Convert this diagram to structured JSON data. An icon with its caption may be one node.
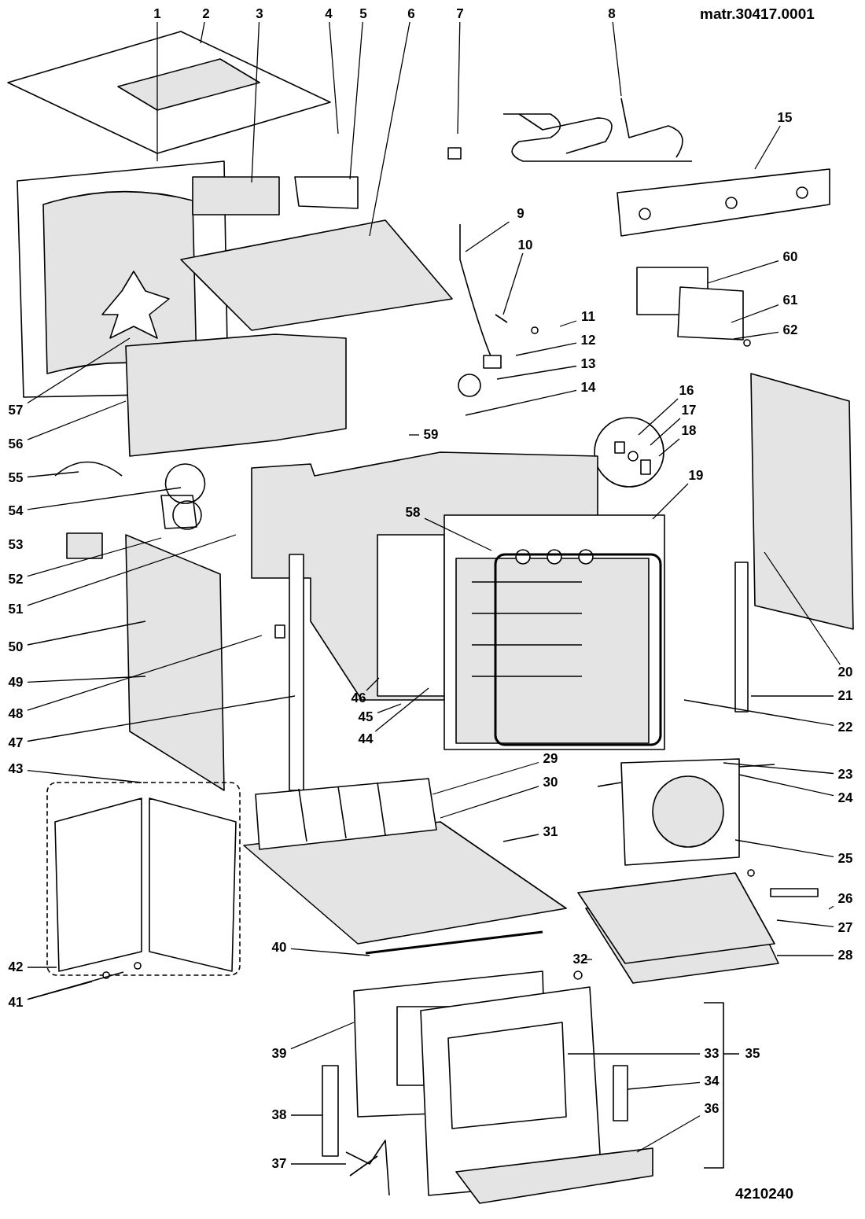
{
  "diagram": {
    "nodes": [
      {
        "text": [
          "1"
        ]
      },
      {
        "text": [
          "2"
        ]
      },
      {
        "text": [
          "3"
        ]
      },
      {
        "text": [
          "4"
        ]
      },
      {
        "text": [
          "5"
        ]
      },
      {
        "text": [
          "6"
        ]
      },
      {
        "text": [
          "7"
        ]
      },
      {
        "text": [
          "8"
        ]
      },
      {
        "text": [
          "9"
        ]
      },
      {
        "text": [
          "10"
        ]
      },
      {
        "text": [
          "11"
        ]
      },
      {
        "text": [
          "12"
        ]
      },
      {
        "text": [
          "13"
        ]
      },
      {
        "text": [
          "14"
        ]
      },
      {
        "text": [
          "15"
        ]
      },
      {
        "text": [
          "16"
        ]
      },
      {
        "text": [
          "17"
        ]
      },
      {
        "text": [
          "18"
        ]
      },
      {
        "text": [
          "19"
        ]
      },
      {
        "text": [
          "20"
        ]
      },
      {
        "text": [
          "21"
        ]
      },
      {
        "text": [
          "22"
        ]
      },
      {
        "text": [
          "23"
        ]
      },
      {
        "text": [
          "24"
        ]
      },
      {
        "text": [
          "25"
        ]
      },
      {
        "text": [
          "26"
        ]
      },
      {
        "text": [
          "27"
        ]
      },
      {
        "text": [
          "28"
        ]
      },
      {
        "text": [
          "29"
        ]
      },
      {
        "text": [
          "30"
        ]
      },
      {
        "text": [
          "31"
        ]
      },
      {
        "text": [
          "32"
        ]
      },
      {
        "text": [
          "33"
        ]
      },
      {
        "text": [
          "34"
        ]
      },
      {
        "text": [
          "35"
        ]
      },
      {
        "text": [
          "36"
        ]
      },
      {
        "text": [
          "37"
        ]
      },
      {
        "text": [
          "38"
        ]
      },
      {
        "text": [
          "39"
        ]
      },
      {
        "text": [
          "40"
        ]
      },
      {
        "text": [
          "41"
        ]
      },
      {
        "text": [
          "42"
        ]
      },
      {
        "text": [
          "43"
        ]
      },
      {
        "text": [
          "44"
        ]
      },
      {
        "text": [
          "45"
        ]
      },
      {
        "text": [
          "46"
        ]
      },
      {
        "text": [
          "47"
        ]
      },
      {
        "text": [
          "48"
        ]
      },
      {
        "text": [
          "49"
        ]
      },
      {
        "text": [
          "50"
        ]
      },
      {
        "text": [
          "51"
        ]
      },
      {
        "text": [
          "52"
        ]
      },
      {
        "text": [
          "53"
        ]
      },
      {
        "text": [
          "54"
        ]
      },
      {
        "text": [
          "55"
        ]
      },
      {
        "text": [
          "56"
        ]
      },
      {
        "text": [
          "57"
        ]
      },
      {
        "text": [
          "58"
        ]
      },
      {
        "text": [
          "59"
        ]
      },
      {
        "text": [
          "60"
        ]
      },
      {
        "text": [
          "61"
        ]
      },
      {
        "text": [
          "62"
        ]
      }
    ],
    "edges": [
      {
        "from": 0,
        "to": null,
        "arrow": "none"
      },
      {
        "from": 1,
        "to": null,
        "arrow": "none"
      },
      {
        "from": 2,
        "to": null,
        "arrow": "none"
      },
      {
        "from": 3,
        "to": null,
        "arrow": "none"
      },
      {
        "from": 4,
        "to": null,
        "arrow": "none"
      },
      {
        "from": 5,
        "to": null,
        "arrow": "none"
      },
      {
        "from": 6,
        "to": null,
        "arrow": "none"
      },
      {
        "from": 7,
        "to": null,
        "arrow": "none"
      },
      {
        "from": 8,
        "to": null,
        "arrow": "none"
      },
      {
        "from": 9,
        "to": null,
        "arrow": "none"
      },
      {
        "from": 10,
        "to": null,
        "arrow": "none"
      },
      {
        "from": 11,
        "to": null,
        "arrow": "none"
      },
      {
        "from": 12,
        "to": null,
        "arrow": "none"
      },
      {
        "from": 13,
        "to": null,
        "arrow": "none"
      },
      {
        "from": 14,
        "to": null,
        "arrow": "none"
      },
      {
        "from": 15,
        "to": null,
        "arrow": "none"
      },
      {
        "from": 16,
        "to": null,
        "arrow": "none"
      },
      {
        "from": 17,
        "to": null,
        "arrow": "none"
      },
      {
        "from": 18,
        "to": null,
        "arrow": "none"
      },
      {
        "from": 19,
        "to": null,
        "arrow": "none"
      },
      {
        "from": 20,
        "to": null,
        "arrow": "none"
      },
      {
        "from": 21,
        "to": null,
        "arrow": "none"
      },
      {
        "from": 22,
        "to": null,
        "arrow": "none"
      },
      {
        "from": 23,
        "to": null,
        "arrow": "none"
      },
      {
        "from": 24,
        "to": null,
        "arrow": "none"
      },
      {
        "from": 25,
        "to": null,
        "arrow": "none"
      },
      {
        "from": 26,
        "to": null,
        "arrow": "none"
      },
      {
        "from": 27,
        "to": null,
        "arrow": "none"
      },
      {
        "from": 28,
        "to": null,
        "arrow": "none"
      },
      {
        "from": 29,
        "to": null,
        "arrow": "none"
      },
      {
        "from": 30,
        "to": null,
        "arrow": "none"
      },
      {
        "from": 31,
        "to": null,
        "arrow": "none"
      },
      {
        "from": 32,
        "to": null,
        "arrow": "none"
      },
      {
        "from": 33,
        "to": null,
        "arrow": "none"
      },
      {
        "from": 35,
        "to": null,
        "arrow": "none"
      },
      {
        "from": 36,
        "to": null,
        "arrow": "none"
      },
      {
        "from": 37,
        "to": null,
        "arrow": "none"
      },
      {
        "from": 38,
        "to": null,
        "arrow": "none"
      },
      {
        "from": 39,
        "to": null,
        "arrow": "none"
      },
      {
        "from": 40,
        "to": null,
        "arrow": "none"
      },
      {
        "from": 40,
        "to": null,
        "arrow": "none"
      },
      {
        "from": 41,
        "to": null,
        "arrow": "none"
      },
      {
        "from": 42,
        "to": null,
        "arrow": "none"
      },
      {
        "from": 43,
        "to": null,
        "arrow": "none"
      },
      {
        "from": 44,
        "to": null,
        "arrow": "none"
      },
      {
        "from": 45,
        "to": null,
        "arrow": "none"
      },
      {
        "from": 46,
        "to": null,
        "arrow": "none"
      },
      {
        "from": 47,
        "to": null,
        "arrow": "none"
      },
      {
        "from": 48,
        "to": null,
        "arrow": "none"
      },
      {
        "from": 49,
        "to": null,
        "arrow": "none"
      },
      {
        "from": 50,
        "to": null,
        "arrow": "none"
      },
      {
        "from": 51,
        "to": null,
        "arrow": "none"
      },
      {
        "from": 53,
        "to": null,
        "arrow": "none"
      },
      {
        "from": 54,
        "to": null,
        "arrow": "none"
      },
      {
        "from": 55,
        "to": null,
        "arrow": "none"
      },
      {
        "from": 56,
        "to": null,
        "arrow": "none"
      },
      {
        "from": 57,
        "to": null,
        "arrow": "none"
      },
      {
        "from": 58,
        "to": null,
        "arrow": "none"
      },
      {
        "from": 59,
        "to": null,
        "arrow": "none"
      },
      {
        "from": 60,
        "to": null,
        "arrow": "none"
      },
      {
        "from": 61,
        "to": null,
        "arrow": "none"
      }
    ],
    "labels": [
      "matr.30417.0001",
      "4210240"
    ]
  }
}
